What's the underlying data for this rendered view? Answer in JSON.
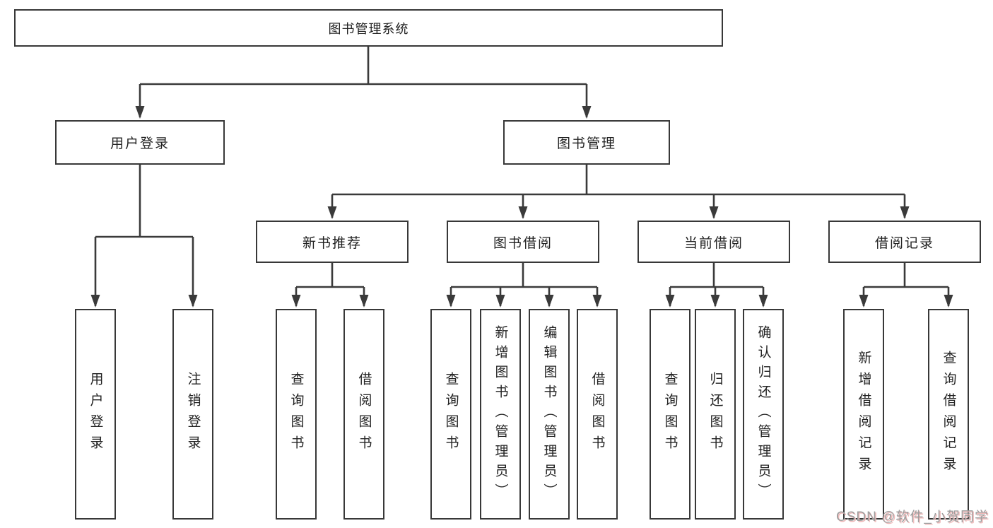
{
  "diagram": {
    "root": {
      "label": "图书管理系统"
    },
    "branches": [
      {
        "label": "用户登录",
        "children": [
          {
            "label": "用户登录"
          },
          {
            "label": "注销登录"
          }
        ]
      },
      {
        "label": "图书管理",
        "children": [
          {
            "label": "新书推荐",
            "children": [
              {
                "label": "查询图书"
              },
              {
                "label": "借阅图书"
              }
            ]
          },
          {
            "label": "图书借阅",
            "children": [
              {
                "label": "查询图书"
              },
              {
                "label": "新增图书（管理员）"
              },
              {
                "label": "编辑图书（管理员）"
              },
              {
                "label": "借阅图书"
              }
            ]
          },
          {
            "label": "当前借阅",
            "children": [
              {
                "label": "查询图书"
              },
              {
                "label": "归还图书"
              },
              {
                "label": "确认归还（管理员）"
              }
            ]
          },
          {
            "label": "借阅记录",
            "children": [
              {
                "label": "新增借阅记录"
              },
              {
                "label": "查询借阅记录"
              }
            ]
          }
        ]
      }
    ]
  },
  "watermark": {
    "text": "CSDN @软件_小贺同学"
  },
  "colors": {
    "line": "#3a3a3a",
    "box-border": "#383838",
    "text": "#222222",
    "background": "#ffffff",
    "watermark": "#9e9e9e",
    "watermark-shadow": "#efb9b9"
  }
}
